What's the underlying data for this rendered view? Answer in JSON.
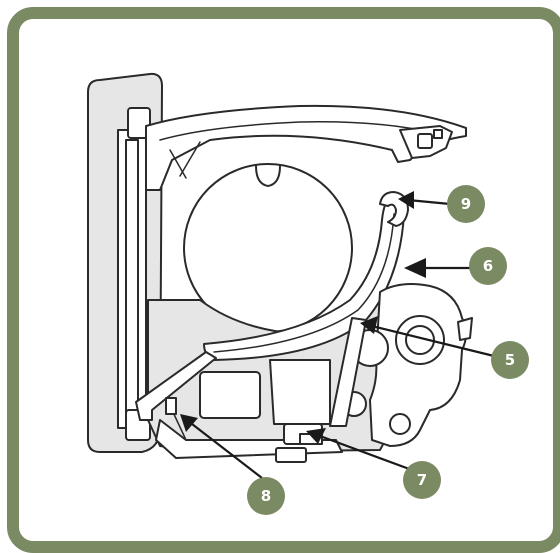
{
  "callouts": [
    {
      "id": "9",
      "label": "9"
    },
    {
      "id": "6",
      "label": "6"
    },
    {
      "id": "5",
      "label": "5"
    },
    {
      "id": "7",
      "label": "7"
    },
    {
      "id": "8",
      "label": "8"
    }
  ],
  "colors": {
    "frame": "#7a8a62",
    "callout": "#7a8a62",
    "line": "#2a2a2a",
    "shade": "#e6e6e6"
  }
}
